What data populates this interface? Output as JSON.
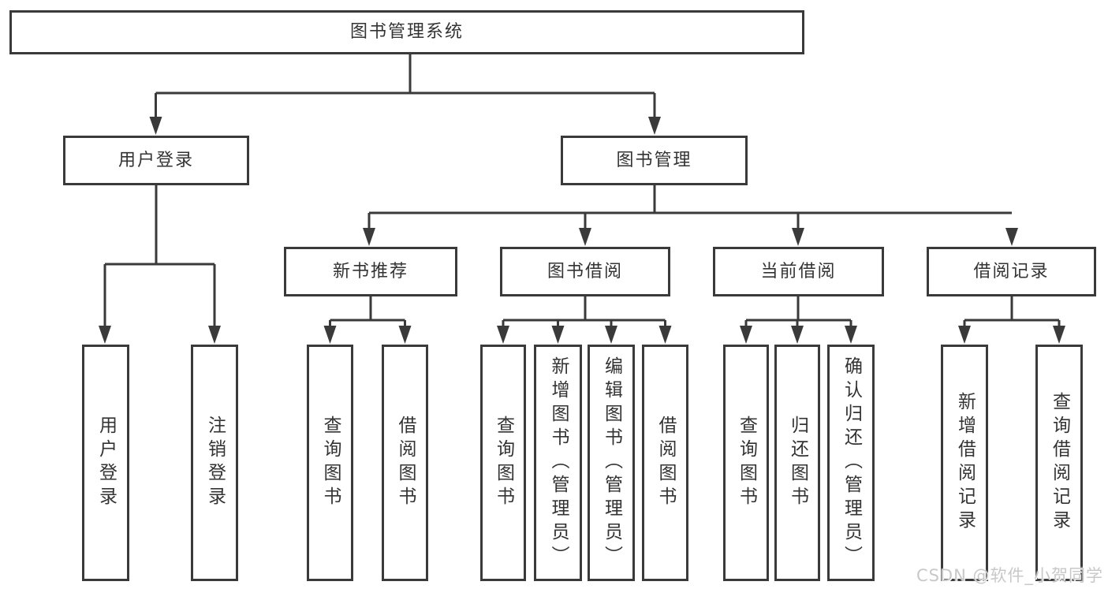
{
  "diagram": {
    "type": "hierarchy-tree",
    "line_color": "#3a3a3a",
    "box_background": "#ffffff",
    "root": {
      "label": "图书管理系统"
    },
    "level2": [
      {
        "label": "用户登录"
      },
      {
        "label": "图书管理"
      }
    ],
    "level3": [
      {
        "label": "新书推荐"
      },
      {
        "label": "图书借阅"
      },
      {
        "label": "当前借阅"
      },
      {
        "label": "借阅记录"
      }
    ],
    "leaves": {
      "user_login": [
        {
          "label": "用户登录"
        },
        {
          "label": "注销登录"
        }
      ],
      "new_book": [
        {
          "label": "查询图书"
        },
        {
          "label": "借阅图书"
        }
      ],
      "book_borrow": [
        {
          "label": "查询图书"
        },
        {
          "label": "新增图书（管理员）"
        },
        {
          "label": "编辑图书（管理员）"
        },
        {
          "label": "借阅图书"
        }
      ],
      "current_borrow": [
        {
          "label": "查询图书"
        },
        {
          "label": "归还图书"
        },
        {
          "label": "确认归还（管理员）"
        }
      ],
      "borrow_record": [
        {
          "label": "新增借阅记录"
        },
        {
          "label": "查询借阅记录"
        }
      ]
    }
  },
  "watermark": {
    "text": "CSDN @软件_小贺同学",
    "color": "#c8c8c8"
  }
}
